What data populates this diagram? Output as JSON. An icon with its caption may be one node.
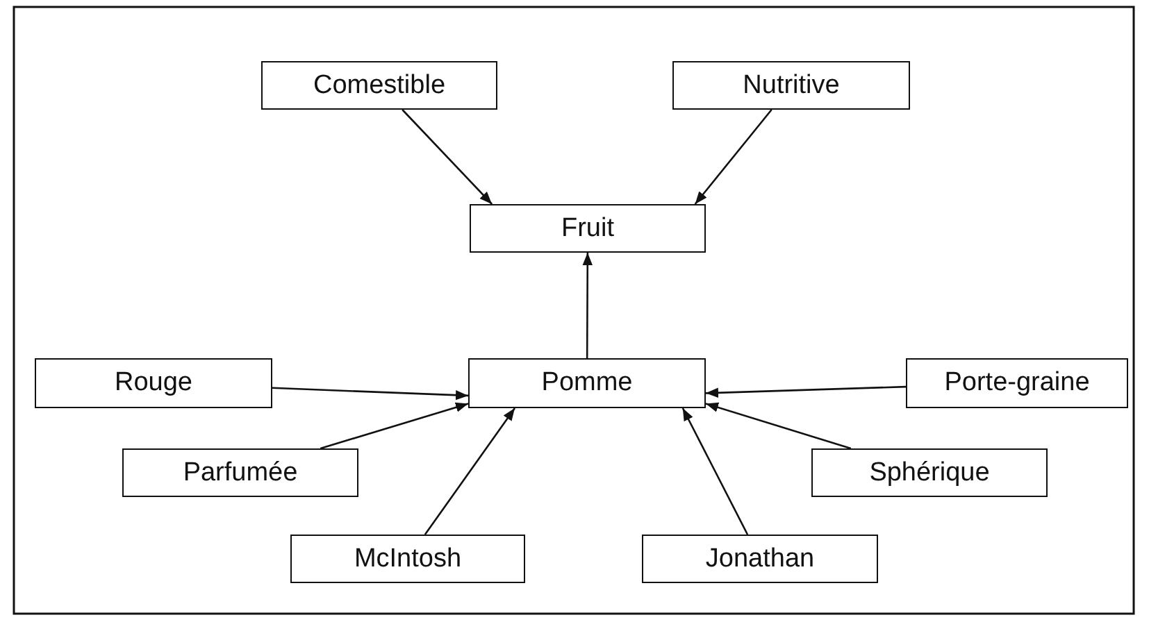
{
  "diagram": {
    "nodes": [
      {
        "text": [
          "Comestible"
        ]
      },
      {
        "text": [
          "Nutritive"
        ]
      },
      {
        "text": [
          "Fruit"
        ]
      },
      {
        "text": [
          "Rouge"
        ]
      },
      {
        "text": [
          "Pomme"
        ]
      },
      {
        "text": [
          "Porte-graine"
        ]
      },
      {
        "text": [
          "Parfumée"
        ]
      },
      {
        "text": [
          "Sphérique"
        ]
      },
      {
        "text": [
          "McIntosh"
        ]
      },
      {
        "text": [
          "Jonathan"
        ]
      }
    ],
    "edges": [
      {
        "from": 0,
        "to": 2,
        "arrow": "to"
      },
      {
        "from": 1,
        "to": 2,
        "arrow": "to"
      },
      {
        "from": 4,
        "to": 2,
        "arrow": "to"
      },
      {
        "from": 3,
        "to": 4,
        "arrow": "to"
      },
      {
        "from": 5,
        "to": 4,
        "arrow": "to"
      },
      {
        "from": 6,
        "to": 4,
        "arrow": "to"
      },
      {
        "from": 7,
        "to": 4,
        "arrow": "to"
      },
      {
        "from": 8,
        "to": 4,
        "arrow": "to"
      },
      {
        "from": 9,
        "to": 4,
        "arrow": "to"
      }
    ]
  }
}
